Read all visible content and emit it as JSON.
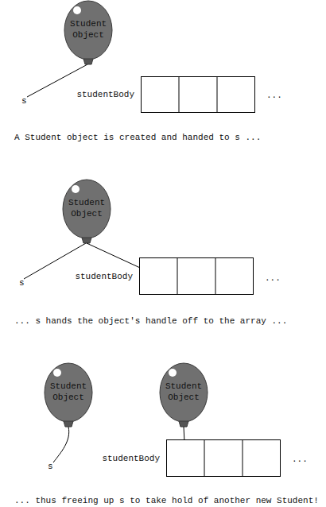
{
  "diagram": {
    "nodes": [
      {
        "text": [
          "Student Object"
        ]
      },
      {
        "text": [
          "studentBody"
        ]
      },
      {
        "text": [
          "Student Object"
        ]
      },
      {
        "text": [
          "studentBody"
        ]
      },
      {
        "text": [
          "Student Object"
        ]
      },
      {
        "text": [
          "Student Object"
        ]
      },
      {
        "text": [
          "studentBody"
        ]
      }
    ],
    "edges": [
      {
        "from": 2,
        "to": 3,
        "arrow": "none"
      },
      {
        "from": 5,
        "to": 6,
        "arrow": "none"
      }
    ],
    "labels": [
      "s",
      "...",
      "A Student object is created and handed to s ...",
      "s",
      "...",
      "... s hands the object's handle off to the array ...",
      "s",
      "...",
      "... thus freeing up s to take hold of another new Student!"
    ]
  }
}
